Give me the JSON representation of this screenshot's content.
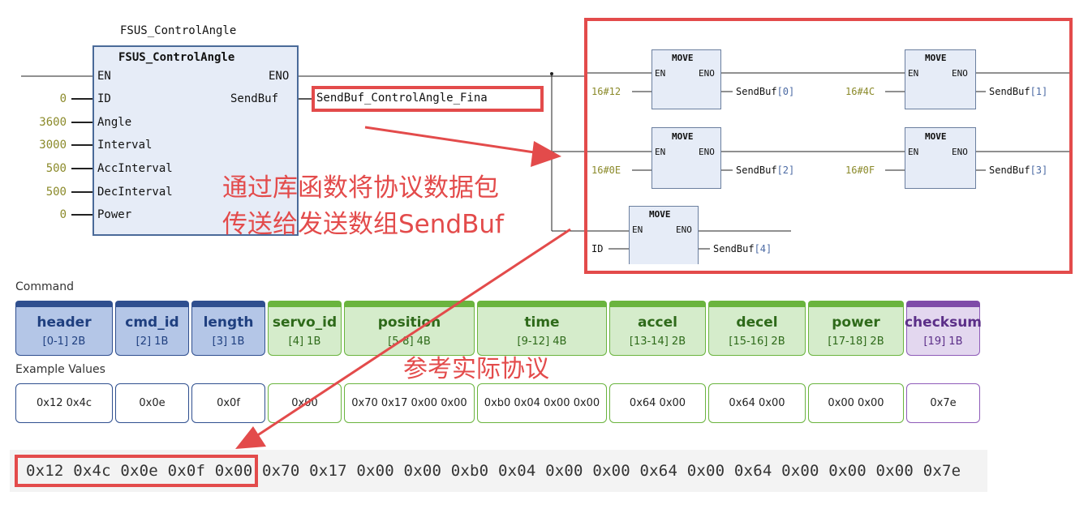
{
  "fbd": {
    "instance_name": "FSUS_ControlAngle",
    "block_type": "FSUS_ControlAngle",
    "en": "EN",
    "eno": "ENO",
    "inputs": [
      {
        "pin": "ID",
        "value": "0"
      },
      {
        "pin": "Angle",
        "value": "3600"
      },
      {
        "pin": "Interval",
        "value": "3000"
      },
      {
        "pin": "AccInterval",
        "value": "500"
      },
      {
        "pin": "DecInterval",
        "value": "500"
      },
      {
        "pin": "Power",
        "value": "0"
      }
    ],
    "output_pin": "SendBuf",
    "output_var": "SendBuf_ControlAngle_Fina"
  },
  "moves": [
    {
      "name": "MOVE",
      "en": "EN",
      "eno": "ENO",
      "input": "16#12",
      "out_var": "SendBuf",
      "out_idx": "[0]"
    },
    {
      "name": "MOVE",
      "en": "EN",
      "eno": "ENO",
      "input": "16#4C",
      "out_var": "SendBuf",
      "out_idx": "[1]"
    },
    {
      "name": "MOVE",
      "en": "EN",
      "eno": "ENO",
      "input": "16#0E",
      "out_var": "SendBuf",
      "out_idx": "[2]"
    },
    {
      "name": "MOVE",
      "en": "EN",
      "eno": "ENO",
      "input": "16#0F",
      "out_var": "SendBuf",
      "out_idx": "[3]"
    },
    {
      "name": "MOVE",
      "en": "EN",
      "eno": "ENO",
      "input": "ID",
      "out_var": "SendBuf",
      "out_idx": "[4]"
    }
  ],
  "annotations": {
    "line1": "通过库函数将协议数据包",
    "line2": "传送给发送数组SendBuf",
    "ref": "参考实际协议"
  },
  "protocol": {
    "command_label": "Command",
    "example_label": "Example Values",
    "fields": [
      {
        "name": "header",
        "range": "[0-1] 2B",
        "example": "0x12 0x4c",
        "group": "blue"
      },
      {
        "name": "cmd_id",
        "range": "[2] 1B",
        "example": "0x0e",
        "group": "blue"
      },
      {
        "name": "length",
        "range": "[3] 1B",
        "example": "0x0f",
        "group": "blue"
      },
      {
        "name": "servo_id",
        "range": "[4] 1B",
        "example": "0x00",
        "group": "green"
      },
      {
        "name": "position",
        "range": "[5-8] 4B",
        "example": "0x70 0x17 0x00 0x00",
        "group": "green"
      },
      {
        "name": "time",
        "range": "[9-12] 4B",
        "example": "0xb0 0x04 0x00 0x00",
        "group": "green"
      },
      {
        "name": "accel",
        "range": "[13-14] 2B",
        "example": "0x64 0x00",
        "group": "green"
      },
      {
        "name": "decel",
        "range": "[15-16] 2B",
        "example": "0x64 0x00",
        "group": "green"
      },
      {
        "name": "power",
        "range": "[17-18] 2B",
        "example": "0x00 0x00",
        "group": "green"
      },
      {
        "name": "checksum",
        "range": "[19] 1B",
        "example": "0x7e",
        "group": "purple"
      }
    ],
    "raw_bytes": "0x12 0x4c 0x0e 0x0f 0x00 0x70 0x17 0x00 0x00 0xb0 0x04 0x00 0x00 0x64 0x00 0x64 0x00 0x00 0x00 0x7e",
    "colors": {
      "blue_fill": "#b4c6e7",
      "blue_bar": "#2f4f8f",
      "blue_border": "#2f4f8f",
      "blue_text": "#1f3f7f",
      "green_fill": "#d5eccb",
      "green_bar": "#6ab43e",
      "green_border": "#6ab43e",
      "green_text": "#2e6a1a",
      "purple_fill": "#e3d7ef",
      "purple_bar": "#7e4ba8",
      "purple_border": "#8e5bb8",
      "purple_text": "#5b2e88"
    }
  },
  "accent_red": "#e34b4b"
}
